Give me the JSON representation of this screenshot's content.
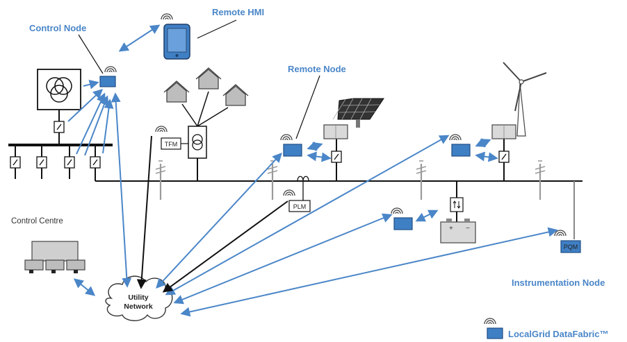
{
  "labels": {
    "control_node": "Control Node",
    "remote_hmi": "Remote HMI",
    "remote_node": "Remote Node",
    "control_centre": "Control Centre",
    "instrumentation_node": "Instrumentation Node",
    "utility_network_line1": "Utility",
    "utility_network_line2": "Network",
    "tfm": "TFM",
    "plm": "PLM",
    "pqm": "PQM",
    "legend": "LocalGrid DataFabric™"
  },
  "colors": {
    "accent": "#4a86c8",
    "node_fill": "#3f7fc4",
    "node_stroke": "#1f4e84",
    "black_arrow": "#111111",
    "line": "#111111",
    "pole": "#9a9a9a",
    "device_fill": "#d9d9d9"
  },
  "icons": [
    "transformer-icon",
    "wifi-icon",
    "tablet-icon",
    "house-icon",
    "solar-panel-icon",
    "wind-turbine-icon",
    "battery-icon",
    "cloud-icon",
    "monitor-icon",
    "switch-icon",
    "utility-pole-icon"
  ]
}
